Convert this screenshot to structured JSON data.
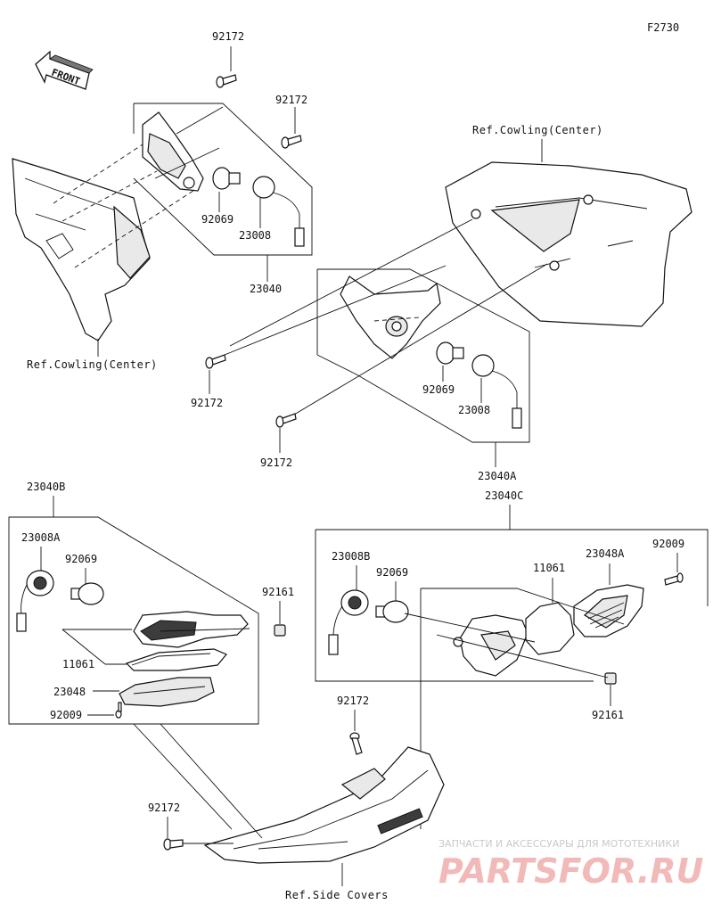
{
  "figure_code": "F2730",
  "front_label": "FRONT",
  "labels": {
    "screw_top_1": "92172",
    "screw_top_2": "92172",
    "bulb_left": "92069",
    "socket_left": "23008",
    "assy_left": "23040",
    "screw_mid_1": "92172",
    "screw_mid_2": "92172",
    "bulb_right": "92069",
    "socket_right": "23008",
    "assy_right": "23040A",
    "assy_b": "23040B",
    "socket_b": "23008A",
    "bulb_b": "92069",
    "grommet_b": "92161",
    "gasket_b": "11061",
    "lens_b": "23048",
    "screw_b": "92009",
    "assy_c": "23040C",
    "socket_c": "23008B",
    "bulb_c": "92069",
    "gasket_c": "11061",
    "lens_c": "23048A",
    "screw_c": "92009",
    "grommet_c": "92161",
    "screw_cover_1": "92172",
    "screw_cover_2": "92172"
  },
  "refs": {
    "cowling_left": "Ref.Cowling(Center)",
    "cowling_right": "Ref.Cowling(Center)",
    "side_covers": "Ref.Side Covers"
  },
  "watermark": {
    "line1": "ЗАПЧАСТИ И АКСЕССУАРЫ ДЛЯ МОТОТЕХНИКИ",
    "line2": "PARTSFOR.RU"
  },
  "colors": {
    "line": "#111111",
    "watermark_brand": "#f2b9b9",
    "watermark_tagline": "#c9c9c9"
  }
}
